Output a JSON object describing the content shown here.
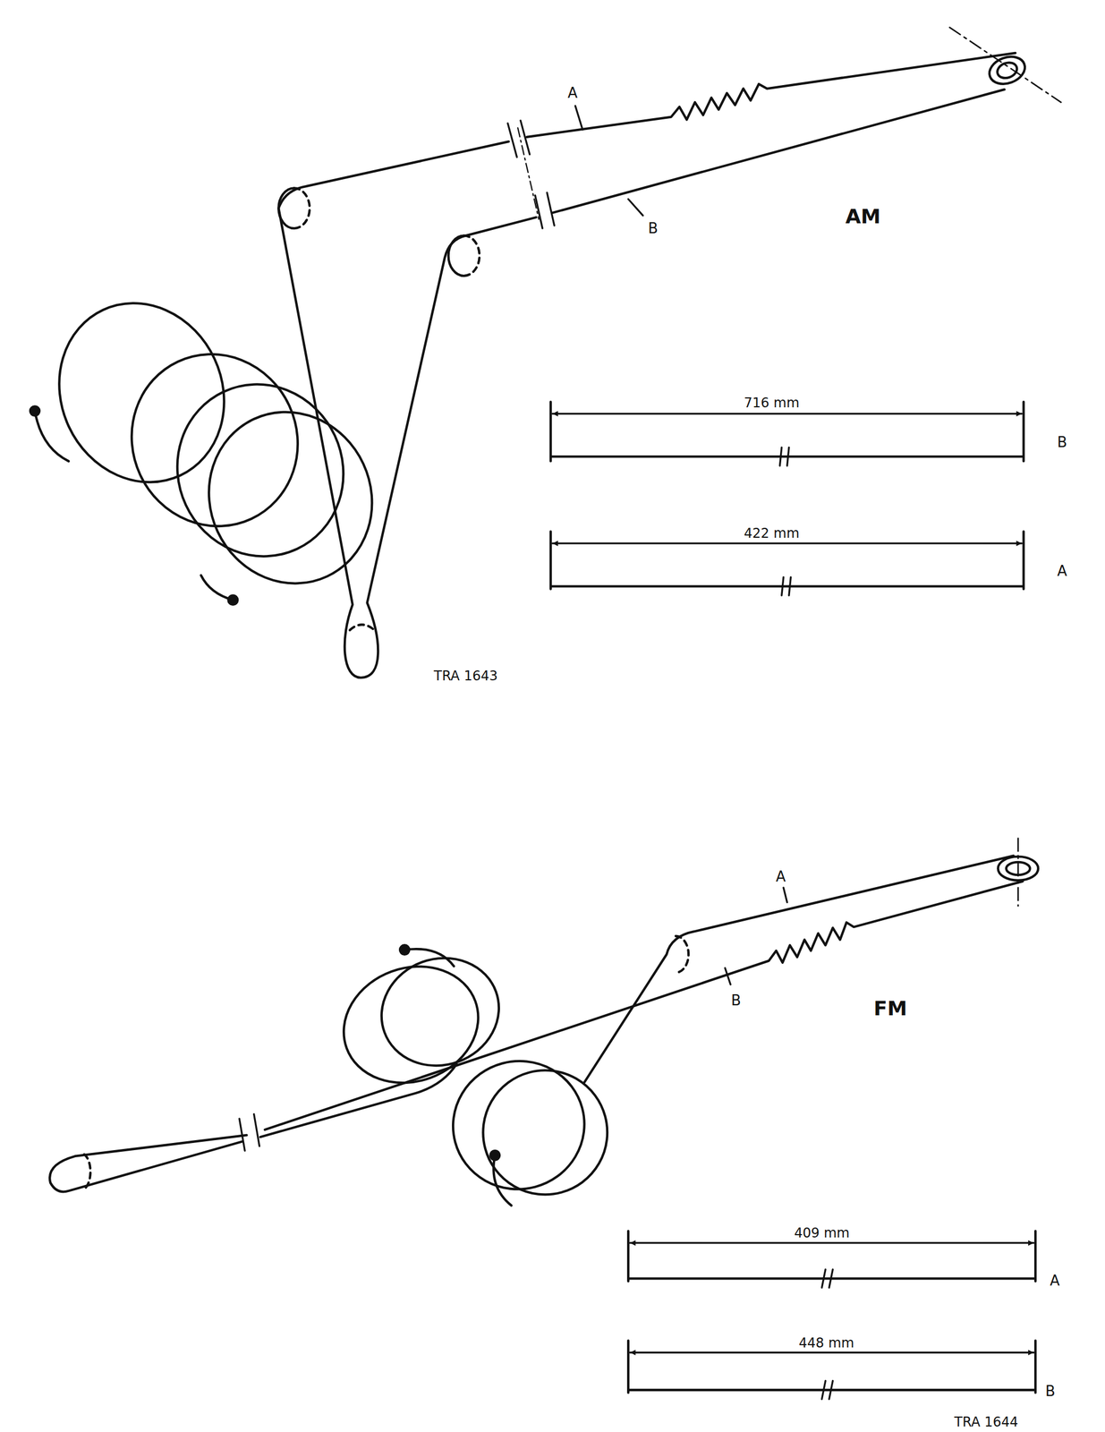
{
  "diagram": {
    "labels": [
      "A",
      "B",
      "AM",
      "716 mm",
      "B",
      "422 mm",
      "A",
      "TRA 1643",
      "A",
      "B",
      "FM",
      "409 mm",
      "A",
      "448 mm",
      "B",
      "TRA 1644"
    ]
  }
}
